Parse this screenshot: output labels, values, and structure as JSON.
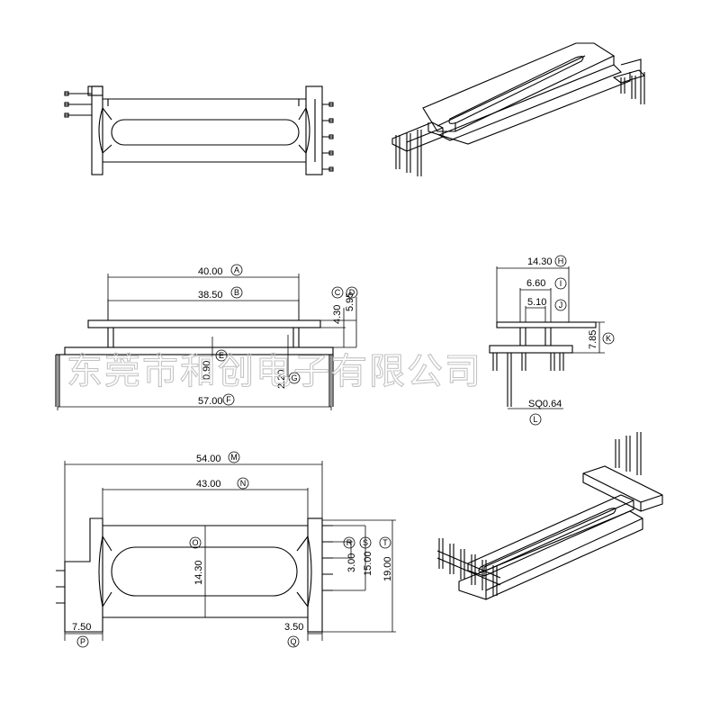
{
  "watermark": "东莞市和创电子有限公司",
  "front_view": {
    "dims": [
      {
        "value": "40.00",
        "ref": "A"
      },
      {
        "value": "38.50",
        "ref": "B"
      },
      {
        "value": "4.30",
        "ref": "C"
      },
      {
        "value": "5.95",
        "ref": "D"
      },
      {
        "value": "0.90",
        "ref": "E"
      },
      {
        "value": "57.00",
        "ref": "F"
      },
      {
        "value": "2.20",
        "ref": "G"
      }
    ]
  },
  "side_view": {
    "dims": [
      {
        "value": "14.30",
        "ref": "H"
      },
      {
        "value": "6.60",
        "ref": "I"
      },
      {
        "value": "5.10",
        "ref": "J"
      },
      {
        "value": "7.85",
        "ref": "K"
      },
      {
        "value": "SQ0.64",
        "ref": "L"
      }
    ]
  },
  "bottom_view": {
    "dims": [
      {
        "value": "54.00",
        "ref": "M"
      },
      {
        "value": "43.00",
        "ref": "N"
      },
      {
        "value": "14.30",
        "ref": "O"
      },
      {
        "value": "7.50",
        "ref": "P"
      },
      {
        "value": "3.50",
        "ref": "Q"
      },
      {
        "value": "3.00",
        "ref": "R"
      },
      {
        "value": "15.00",
        "ref": "S"
      },
      {
        "value": "19.00",
        "ref": "T"
      }
    ]
  }
}
